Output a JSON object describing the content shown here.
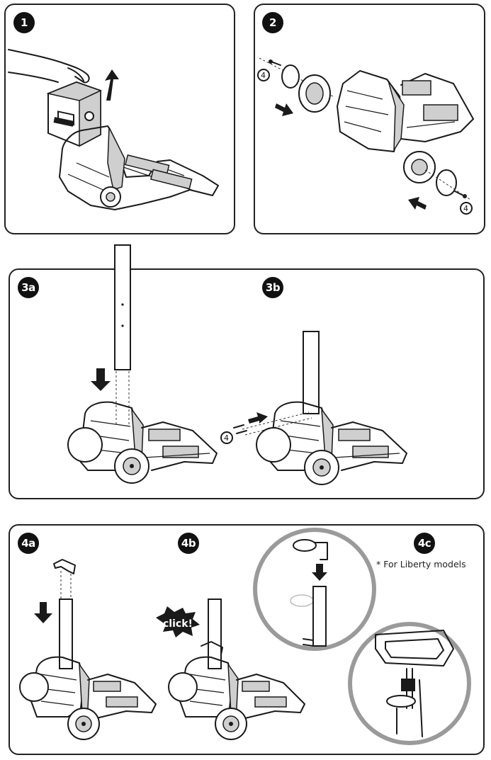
{
  "steps": {
    "s1": "1",
    "s2": "2",
    "s3a": "3a",
    "s3b": "3b",
    "s4a": "4a",
    "s4b": "4b",
    "s4c": "4c"
  },
  "screw_callout": "4",
  "click_label": "click!",
  "liberty_note": "* For Liberty models",
  "icons": [
    "hand-icon",
    "power-supply-icon",
    "arrow-up-icon",
    "arrow-right-icon",
    "arrow-left-icon",
    "arrow-down-icon",
    "wheel-icon",
    "screw-icon",
    "cart-base-icon",
    "handle-post-icon",
    "clip-icon",
    "click-burst-icon",
    "detail-magnifier-icon"
  ]
}
